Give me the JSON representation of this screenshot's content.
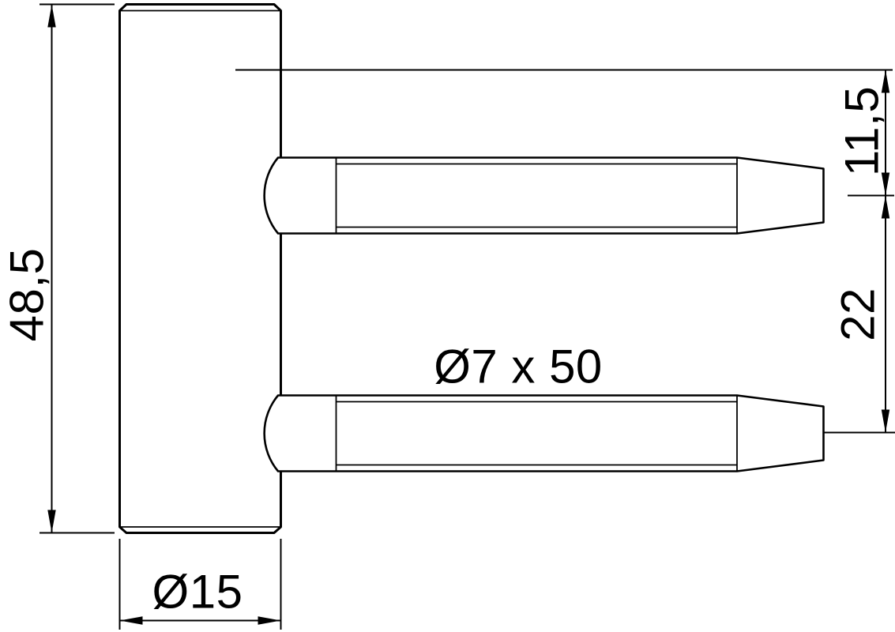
{
  "drawing": {
    "background_color": "#ffffff",
    "line_color": "#000000",
    "labels": {
      "overall_height": "48,5",
      "body_diameter": "Ø15",
      "pin_size": "Ø7 x 50",
      "top_pin_offset": "11,5",
      "pin_spacing": "22"
    }
  }
}
